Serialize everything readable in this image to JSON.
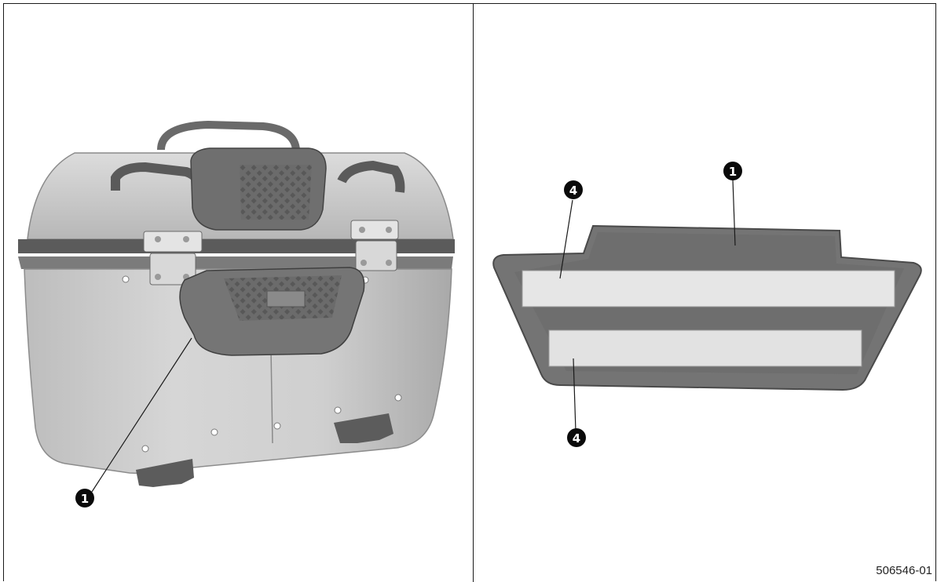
{
  "figure": {
    "code": "506546-01"
  },
  "left_panel": {
    "callouts": [
      "1"
    ]
  },
  "right_panel": {
    "callouts": [
      "1",
      "4",
      "4"
    ]
  }
}
